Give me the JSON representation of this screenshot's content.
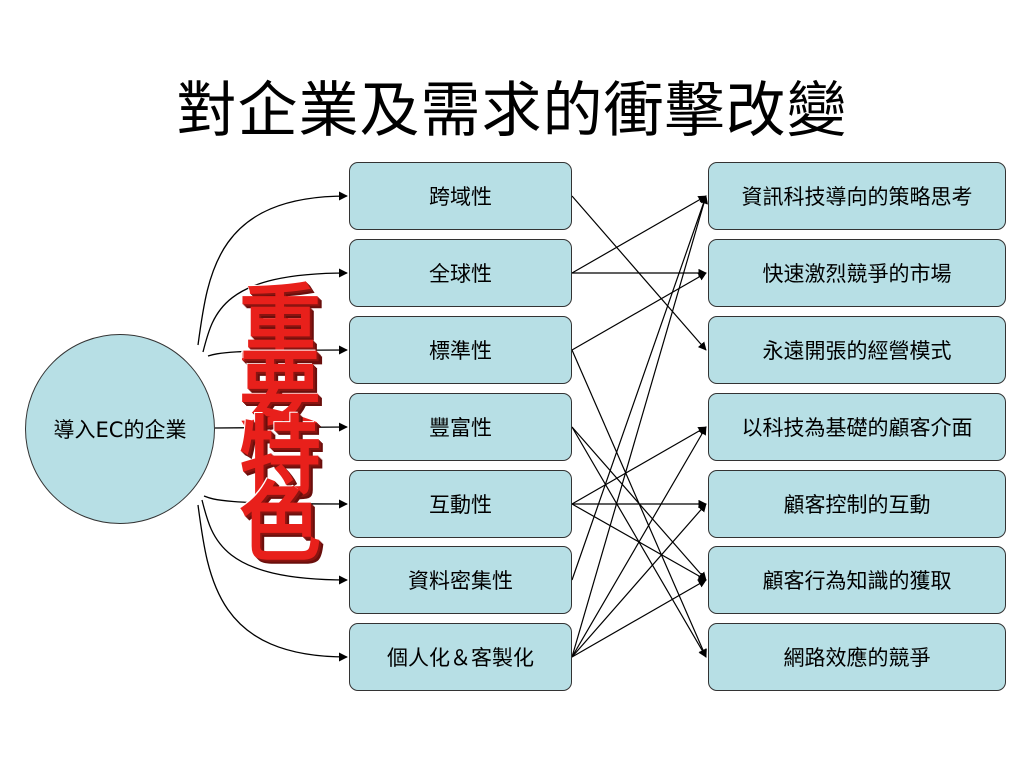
{
  "title": "對企業及需求的衝擊改變",
  "hub": {
    "label": "導入EC的企業"
  },
  "stamp": {
    "chars": [
      "重",
      "要",
      "特",
      "色"
    ]
  },
  "features": [
    {
      "id": "f1",
      "label": "跨域性"
    },
    {
      "id": "f2",
      "label": "全球性"
    },
    {
      "id": "f3",
      "label": "標準性"
    },
    {
      "id": "f4",
      "label": "豐富性"
    },
    {
      "id": "f5",
      "label": "互動性"
    },
    {
      "id": "f6",
      "label": "資料密集性"
    },
    {
      "id": "f7",
      "label": "個人化＆客製化"
    }
  ],
  "impacts": [
    {
      "id": "i1",
      "label": "資訊科技導向的策略思考"
    },
    {
      "id": "i2",
      "label": "快速激烈競爭的市場"
    },
    {
      "id": "i3",
      "label": "永遠開張的經營模式"
    },
    {
      "id": "i4",
      "label": "以科技為基礎的顧客介面"
    },
    {
      "id": "i5",
      "label": "顧客控制的互動"
    },
    {
      "id": "i6",
      "label": "顧客行為知識的獲取"
    },
    {
      "id": "i7",
      "label": "網路效應的競爭"
    }
  ],
  "links": [
    [
      "f1",
      "i3"
    ],
    [
      "f2",
      "i1"
    ],
    [
      "f2",
      "i2"
    ],
    [
      "f3",
      "i2"
    ],
    [
      "f3",
      "i7"
    ],
    [
      "f4",
      "i6"
    ],
    [
      "f4",
      "i7"
    ],
    [
      "f5",
      "i4"
    ],
    [
      "f5",
      "i5"
    ],
    [
      "f5",
      "i6"
    ],
    [
      "f6",
      "i1"
    ],
    [
      "f7",
      "i1"
    ],
    [
      "f7",
      "i4"
    ],
    [
      "f7",
      "i5"
    ],
    [
      "f7",
      "i6"
    ]
  ],
  "colors": {
    "box_fill": "#b7dfe5",
    "box_border": "#333333",
    "stamp": "#e8201b"
  }
}
